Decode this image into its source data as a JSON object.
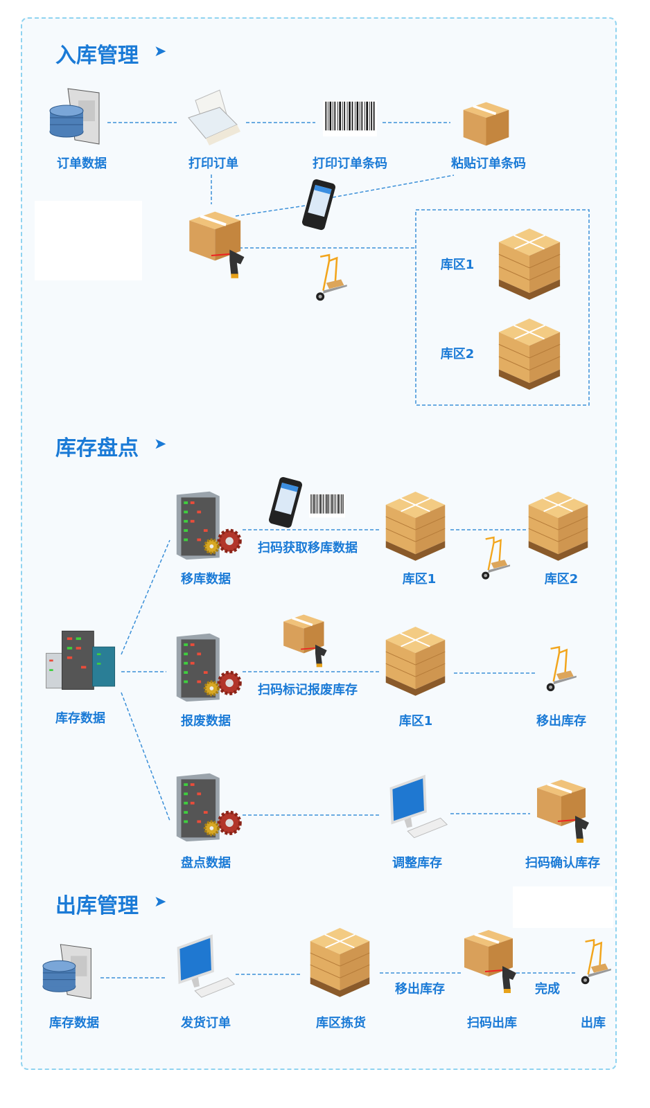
{
  "inbound": {
    "title": "入库管理",
    "arrow": "➤",
    "order_data": "订单数据",
    "print_order": "打印订单",
    "print_barcode": "打印订单条码",
    "paste_barcode": "粘贴订单条码",
    "zone1": "库区1",
    "zone2": "库区2"
  },
  "inventory": {
    "title": "库存盘点",
    "arrow": "➤",
    "stock_data": "库存数据",
    "transfer_data": "移库数据",
    "scrap_data": "报废数据",
    "count_data": "盘点数据",
    "scan_transfer": "扫码获取移库数据",
    "scan_scrap": "扫码标记报废库存",
    "zone1_a": "库区1",
    "zone2_a": "库区2",
    "zone1_b": "库区1",
    "move_out": "移出库存",
    "adjust": "调整库存",
    "scan_confirm": "扫码确认库存"
  },
  "outbound": {
    "title": "出库管理",
    "arrow": "➤",
    "stock_data": "库存数据",
    "ship_order": "发货订单",
    "zone_pick": "库区拣货",
    "move_out": "移出库存",
    "scan_out": "扫码出库",
    "done": "完成",
    "out": "出库"
  },
  "colors": {
    "accent": "#1a7ad6",
    "frame": "#8fd3f0",
    "line": "#3a8fd8"
  }
}
